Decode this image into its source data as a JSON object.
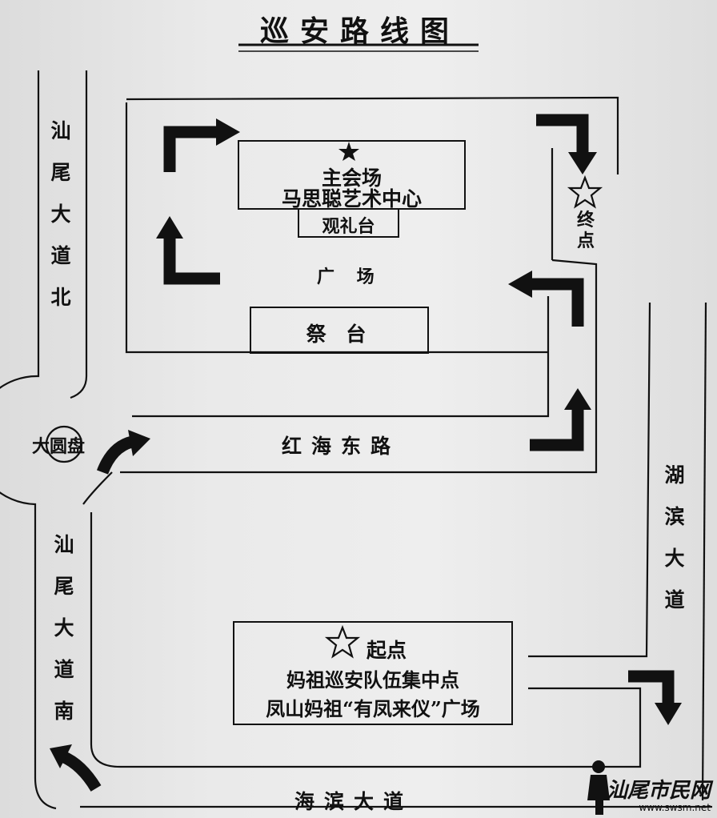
{
  "title": "巡安路线图",
  "roads": {
    "shanwei_north": "汕尾大道北",
    "shanwei_south": "汕尾大道南",
    "hongdong": "红海东路",
    "hubin": "湖滨大道",
    "haibin": "海滨大道",
    "roundabout": "大圆盘"
  },
  "venue": {
    "main_line1": "主会场",
    "main_line2": "马思聪艺术中心",
    "viewing_stand": "观礼台",
    "plaza": "广 场",
    "altar": "祭 台"
  },
  "end_point": "终点",
  "start": {
    "label": "起点",
    "line1": "妈祖巡安队伍集中点",
    "line2": "凤山妈祖“有凤来仪”广场"
  },
  "watermark": {
    "name": "汕尾市民网",
    "url": "www.swsm.net"
  },
  "colors": {
    "ink": "#111111",
    "paper": "#e8e8e8"
  },
  "icons": [
    "filled-star-icon",
    "hollow-star-icon",
    "route-arrow-icon",
    "person-silhouette-icon"
  ]
}
